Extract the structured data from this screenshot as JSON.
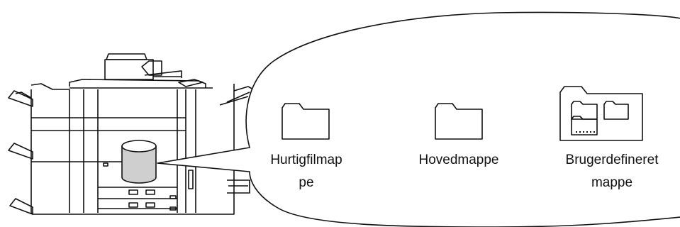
{
  "folders": [
    {
      "label_line1": "Hurtigfilmap",
      "label_line2": "pe",
      "icon": "folder-icon"
    },
    {
      "label_line1": "Hovedmappe",
      "icon": "folder-icon"
    },
    {
      "label_line1": "Brugerdefineret",
      "label_line2": "mappe",
      "icon": "folder-with-subfolders-icon"
    }
  ],
  "colors": {
    "stroke": "#111111",
    "drum_fill": "#cfcfcf",
    "background": "#ffffff"
  }
}
